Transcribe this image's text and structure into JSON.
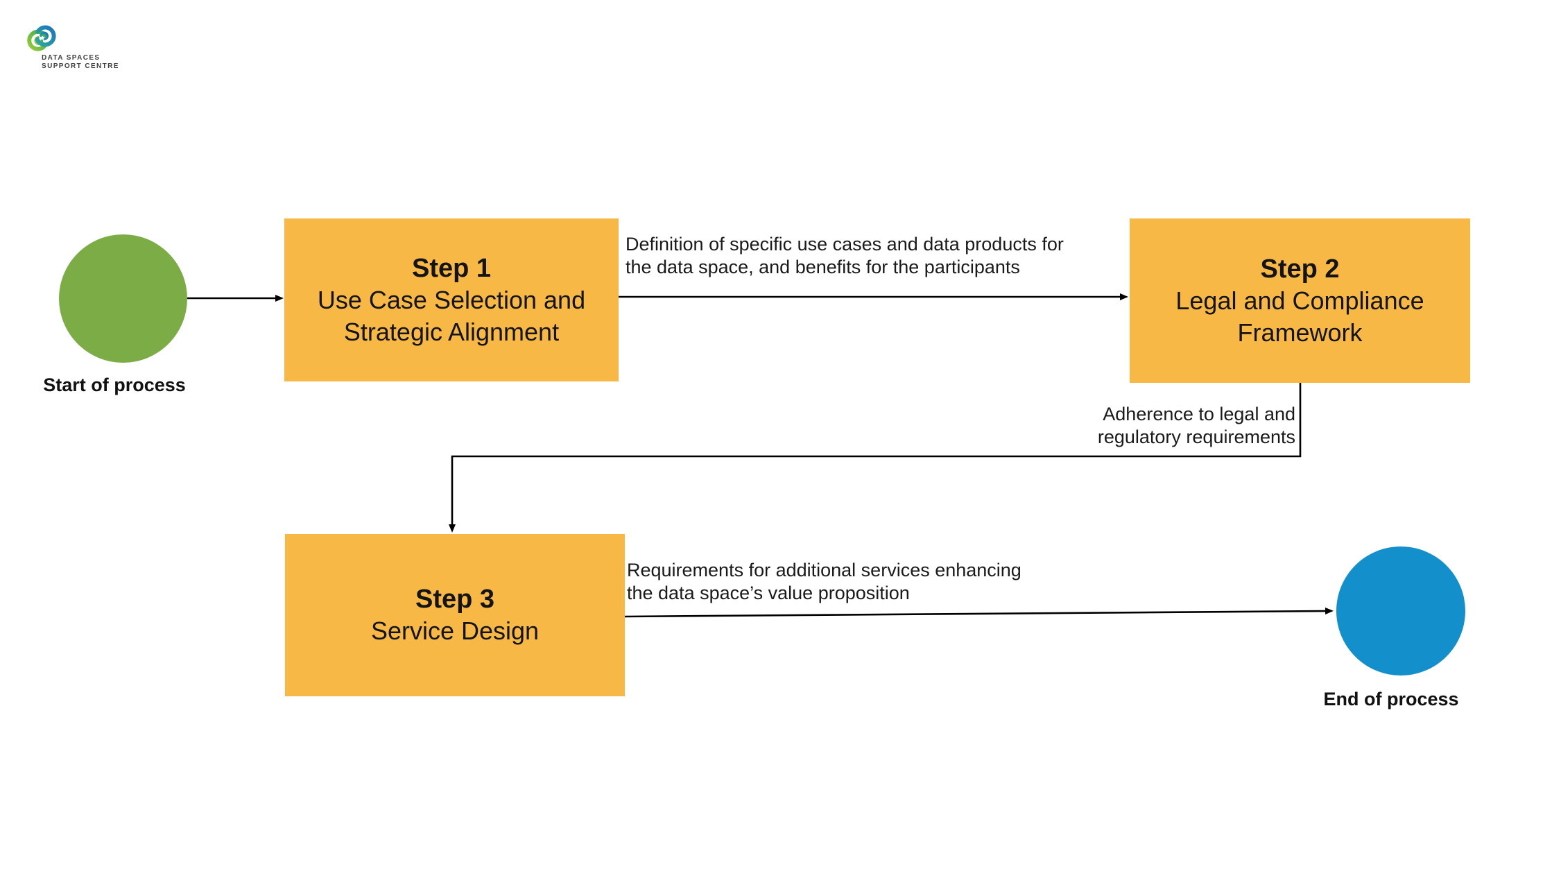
{
  "colors": {
    "box": "#F7B845",
    "start": "#7BAC45",
    "end": "#1390CB",
    "line": "#000000"
  },
  "logo": {
    "icon": "dssc-swirl-logo",
    "line1": "DATA SPACES",
    "line2": "SUPPORT CENTRE"
  },
  "nodes": {
    "start": {
      "label": "Start of process"
    },
    "end": {
      "label": "End of process"
    }
  },
  "steps": [
    {
      "title": "Step 1",
      "line1": "Use Case Selection and",
      "line2": "Strategic Alignment"
    },
    {
      "title": "Step 2",
      "line1": "Legal and Compliance",
      "line2": "Framework"
    },
    {
      "title": "Step 3",
      "line1": "Service Design",
      "line2": ""
    }
  ],
  "edges": [
    {
      "from": "start",
      "to": "step-1",
      "line1": "",
      "line2": ""
    },
    {
      "from": "step-1",
      "to": "step-2",
      "line1": "Definition of specific use cases and data products for",
      "line2": "the data space, and benefits for the participants"
    },
    {
      "from": "step-2",
      "to": "step-3",
      "line1": "Adherence to legal and",
      "line2": "regulatory requirements"
    },
    {
      "from": "step-3",
      "to": "end",
      "line1": "Requirements for additional services enhancing",
      "line2": "the data space’s value proposition"
    }
  ]
}
